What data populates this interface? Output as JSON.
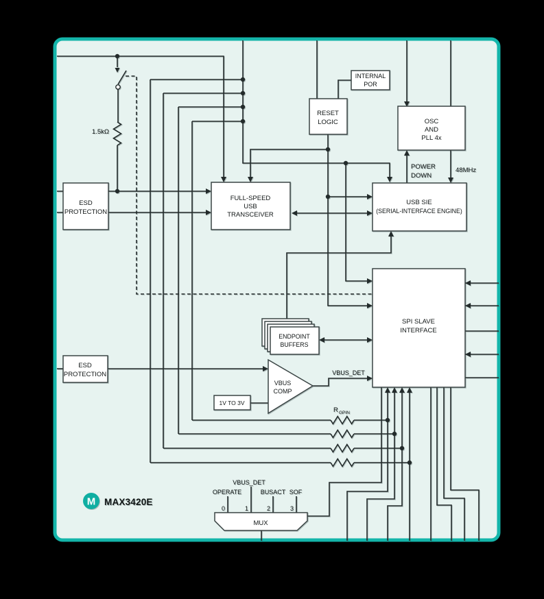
{
  "colors": {
    "background": "#000000",
    "frame_border": "#14B5AA",
    "frame_fill": "#E7F3F0",
    "line": "#232B2B",
    "box_fill": "#FFFFFF",
    "box_stroke": "#3A4444",
    "logo_teal": "#0FAEA2"
  },
  "blocks": {
    "esd_top": {
      "line1": "ESD",
      "line2": "PROTECTION"
    },
    "esd_bottom": {
      "line1": "ESD",
      "line2": "PROTECTION"
    },
    "transceiver": {
      "line1": "FULL-SPEED",
      "line2": "USB",
      "line3": "TRANSCEIVER"
    },
    "reset_logic": {
      "line1": "RESET",
      "line2": "LOGIC"
    },
    "internal_por": {
      "line1": "INTERNAL",
      "line2": "POR"
    },
    "osc_pll": {
      "line1": "OSC",
      "line2": "AND",
      "line3": "PLL 4x"
    },
    "usb_sie": {
      "line1": "USB SIE",
      "line2": "(SERIAL-INTERFACE ENGINE)"
    },
    "spi_slave": {
      "line1": "SPI SLAVE",
      "line2": "INTERFACE"
    },
    "endpoint_buffers": {
      "line1": "ENDPOINT",
      "line2": "BUFFERS"
    },
    "vbus_comp": {
      "line1": "VBUS",
      "line2": "COMP"
    },
    "vref": {
      "label": "1V TO 3V"
    },
    "mux": {
      "label": "MUX"
    }
  },
  "labels": {
    "pullup_resistor": "1.5kΩ",
    "power_down_1": "POWER",
    "power_down_2": "DOWN",
    "clock": "48MHz",
    "vbus_det_spi": "VBUS_DET",
    "rgpin_base": "R",
    "rgpin_sub": "GPIN",
    "mux_inputs": {
      "in0": {
        "num": "0",
        "name": "OPERATE"
      },
      "in1": {
        "num": "1",
        "name": "VBUS_DET"
      },
      "in2": {
        "num": "2",
        "name": "BUSACT"
      },
      "in3": {
        "num": "3",
        "name": "SOF"
      }
    },
    "logo_m": "M",
    "part_number": "MAX3420E"
  }
}
